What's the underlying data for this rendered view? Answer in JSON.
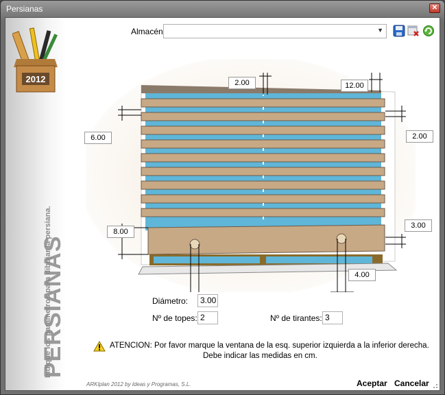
{
  "window": {
    "title": "Persianas",
    "close_label": "✕"
  },
  "sidebar": {
    "logo_year": "2012",
    "title": "PERSIANAS",
    "subtitle": "Indique los parametros para dibujar la persiana."
  },
  "toolbar": {
    "almacen_label": "Almacén",
    "almacen_value": "",
    "icons": [
      "save-icon",
      "delete-icon",
      "refresh-icon"
    ]
  },
  "dimensions": {
    "top_center": "2.00",
    "top_right": "12.00",
    "left_slat_gap": "6.00",
    "right_slat_gap": "2.00",
    "left_box": "8.00",
    "right_box": "3.00",
    "bottom_right": "4.00"
  },
  "params": {
    "diametro_label": "Diámetro:",
    "diametro_value": "3.00",
    "topes_label": "Nº de topes:",
    "topes_value": "2",
    "tirantes_label": "Nº de tirantes:",
    "tirantes_value": "3"
  },
  "warning": {
    "line1": "ATENCION: Por favor marque la ventana de la esq. superior izquierda a la inferior derecha.",
    "line2": "Debe indicar las medidas en cm."
  },
  "footer": {
    "credit": "ARKIplan 2012 by Ideas y Programas, S.L.",
    "accept": "Aceptar",
    "cancel": "Cancelar"
  },
  "colors": {
    "slat": "#c8a985",
    "glass": "#5fb6d8",
    "frame": "#8a6a2a",
    "accent_title": "#9a9a9a"
  }
}
